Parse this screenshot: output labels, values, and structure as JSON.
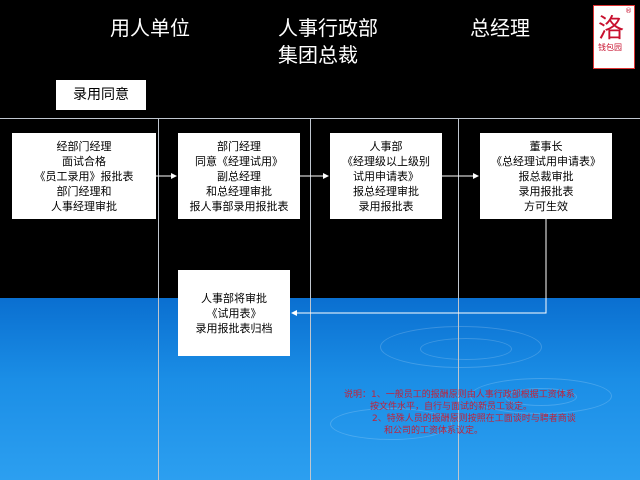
{
  "headers": {
    "employer": "用人单位",
    "hr_dept": "人事行政部",
    "group_president": "集团总裁",
    "general_manager": "总经理"
  },
  "tag": "录用同意",
  "boxes": {
    "b1": [
      "经部门经理",
      "面试合格",
      "《员工录用》报批表",
      "部门经理和",
      "人事经理审批"
    ],
    "b2": [
      "部门经理",
      "同意《经理试用》",
      "副总经理",
      "和总经理审批",
      "报人事部录用报批表"
    ],
    "b3": [
      "人事部",
      "《经理级以上级别",
      "试用申请表》",
      "报总经理审批",
      "录用报批表"
    ],
    "b4": [
      "董事长",
      "《总经理试用申请表》",
      "报总裁审批",
      "录用报批表",
      "方可生效"
    ],
    "b5": [
      "人事部将审批",
      "《试用表》",
      "录用报批表归档"
    ]
  },
  "note": {
    "lines": [
      "说明：1、一般员工的报酬原则由人事行政部根据工资体系",
      "按文件水平，自行与面试的新员工谈定。",
      "2、特殊人员的报酬原则按照在工面谈时与聘者商谈",
      "和公司的工资体系议定。"
    ]
  },
  "logo": {
    "glyph": "洛",
    "caption": "钱包园",
    "registered": "®"
  },
  "colors": {
    "background_top": "#000000",
    "background_bottom": "#1b8ee6",
    "note_text": "#c0223a"
  }
}
